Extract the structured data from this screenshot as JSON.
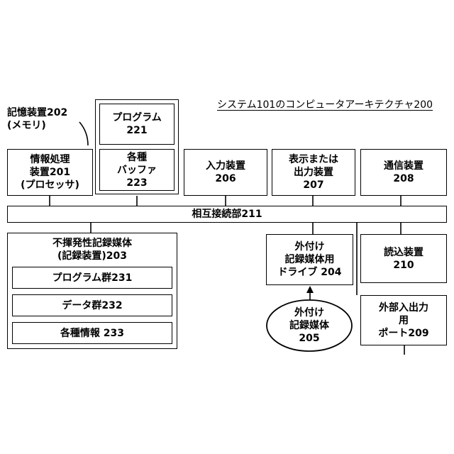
{
  "title": "システム101のコンピュータアーキテクチャ200",
  "memory_label": {
    "line1": "記憶装置202",
    "line2": "(メモリ)"
  },
  "program": {
    "line1": "プログラム",
    "line2": "221"
  },
  "buffer": {
    "line1": "各種",
    "line2": "バッファ",
    "line3": "223"
  },
  "processor": {
    "line1": "情報処理",
    "line2": "装置201",
    "line3": "(プロセッサ)"
  },
  "input": {
    "line1": "入力装置",
    "line2": "206"
  },
  "output": {
    "line1": "表示または",
    "line2": "出力装置",
    "line3": "207"
  },
  "comm": {
    "line1": "通信装置",
    "line2": "208"
  },
  "bus": {
    "label": "相互接続部211"
  },
  "storage": {
    "line1": "不揮発性記録媒体",
    "line2": "(記録装置)203",
    "items": [
      "プログラム群231",
      "データ群232",
      "各種情報 233"
    ]
  },
  "drive": {
    "line1": "外付け",
    "line2": "記録媒体用",
    "line3": "ドライブ 204"
  },
  "media": {
    "line1": "外付け",
    "line2": "記録媒体",
    "line3": "205"
  },
  "reader": {
    "line1": "読込装置",
    "line2": "210"
  },
  "port": {
    "line1": "外部入出力",
    "line2": "用",
    "line3": "ポート209"
  }
}
